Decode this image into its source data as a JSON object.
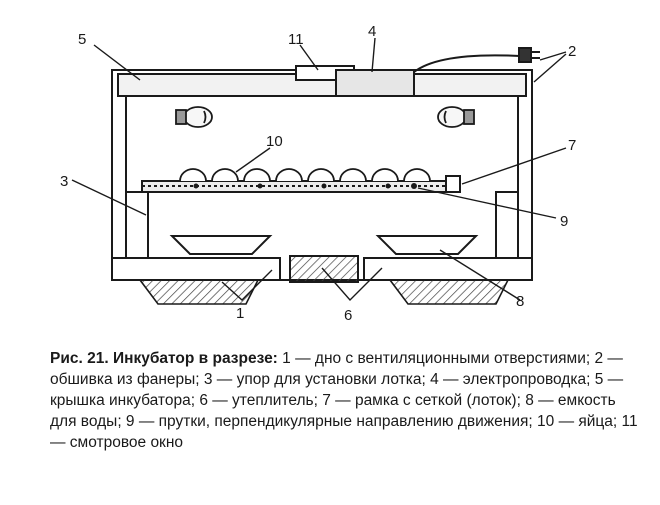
{
  "labels": {
    "l1": "1",
    "l2": "2",
    "l3": "3",
    "l4": "4",
    "l5": "5",
    "l6": "6",
    "l7": "7",
    "l8": "8",
    "l9": "9",
    "l10": "10",
    "l11": "11"
  },
  "caption": {
    "figure": "Рис. 21. Инкубатор в разрезе:",
    "text": "1 — дно с вентиляционными отверстиями; 2 — обшивка из фанеры; 3 — упор для установки лотка; 4 — электропроводка; 5 — крышка инкубатора; 6 — утеплитель; 7 — рамка с сеткой (лоток); 8 — емкость для воды; 9 — прутки, перпендикулярные направлению движения; 10 — яйца; 11 — смотровое окно"
  }
}
